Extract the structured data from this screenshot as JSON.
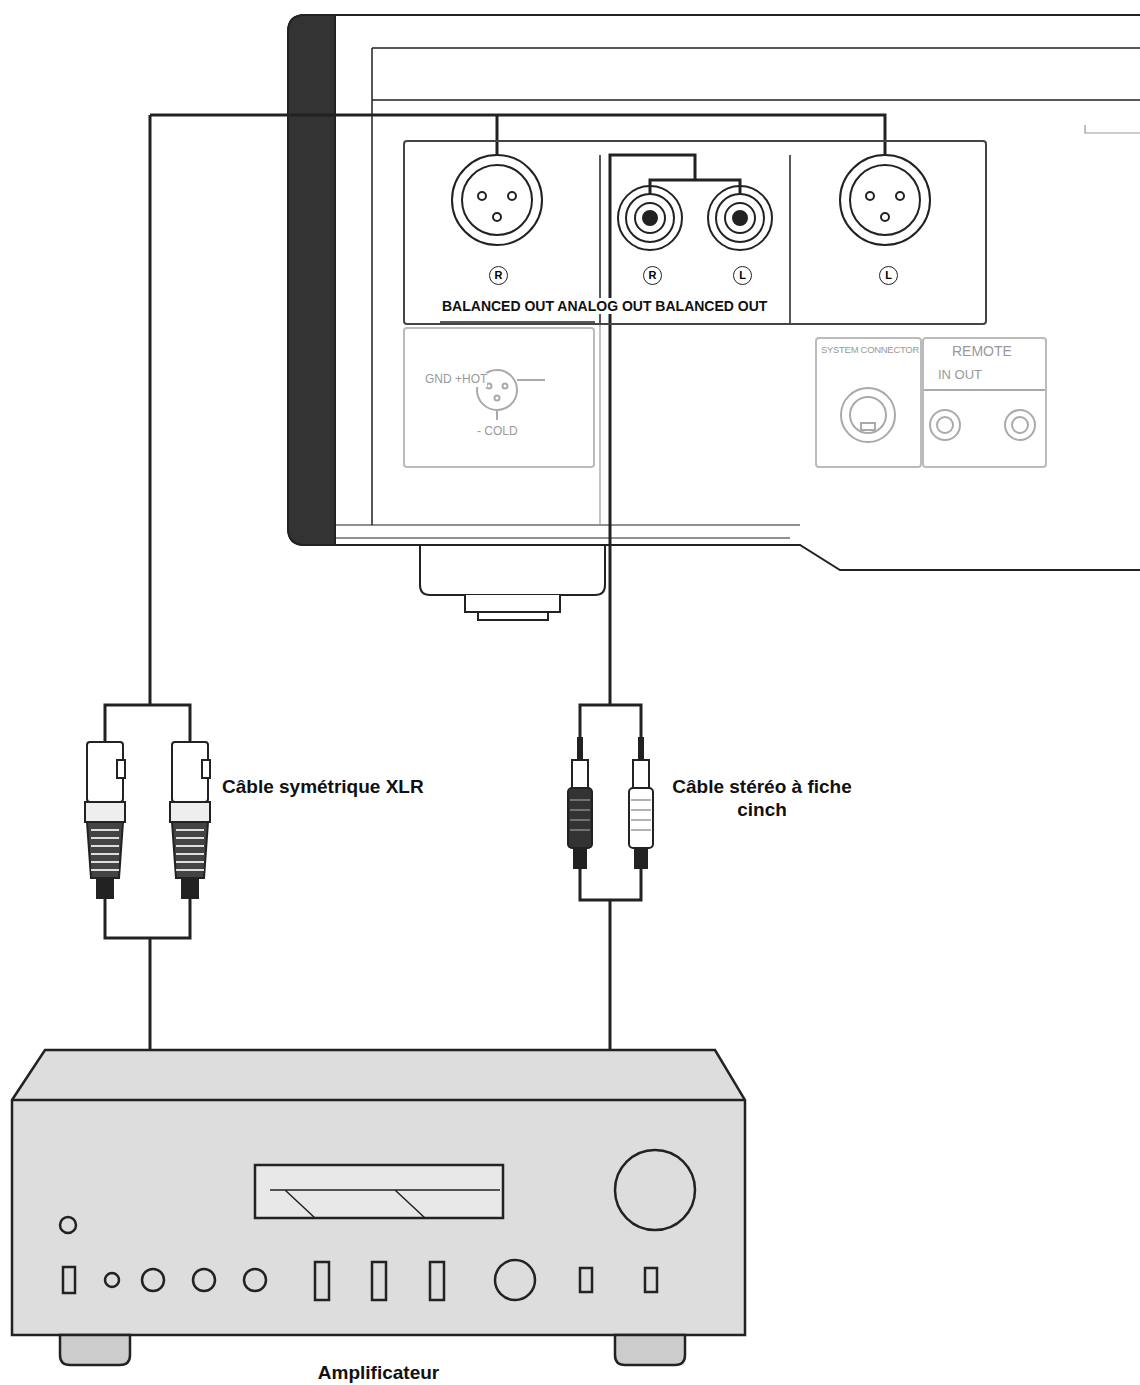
{
  "diagram": {
    "nodes": [
      {
        "text": [
          "R",
          "R",
          "L",
          "L",
          "BALANCED OUT ANALOG OUT BALANCED OUT"
        ]
      },
      {
        "text": [
          "GND +HOT",
          "- COLD"
        ]
      },
      {
        "text": [
          "SYSTEM CONNECTOR"
        ]
      },
      {
        "text": [
          "REMOTE",
          "IN OUT"
        ]
      },
      {
        "text": [
          "Amplificateur"
        ]
      }
    ],
    "edges": [
      {
        "from": 0,
        "to": 4,
        "arrow": "none",
        "label": "Câble symétrique XLR"
      },
      {
        "from": 0,
        "to": 4,
        "arrow": "none",
        "label": "Câble stéréo à fiche cinch"
      }
    ]
  }
}
